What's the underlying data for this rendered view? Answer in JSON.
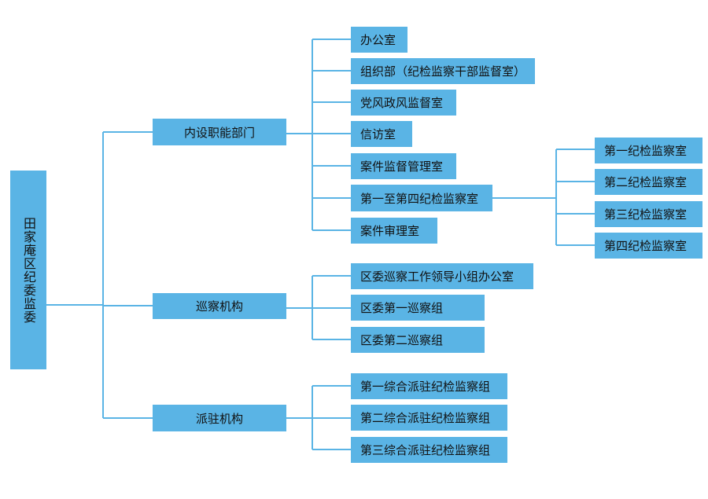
{
  "root": {
    "label": "田家庵区纪委监委"
  },
  "branches": [
    {
      "label": "内设职能部门",
      "children": [
        {
          "label": "办公室"
        },
        {
          "label": "组织部（纪检监察干部监督室）"
        },
        {
          "label": "党风政风监督室"
        },
        {
          "label": "信访室"
        },
        {
          "label": "案件监督管理室"
        },
        {
          "label": "第一至第四纪检监察室",
          "children": [
            {
              "label": "第一纪检监察室"
            },
            {
              "label": "第二纪检监察室"
            },
            {
              "label": "第三纪检监察室"
            },
            {
              "label": "第四纪检监察室"
            }
          ]
        },
        {
          "label": "案件审理室"
        }
      ]
    },
    {
      "label": "巡察机构",
      "children": [
        {
          "label": "区委巡察工作领导小组办公室"
        },
        {
          "label": "区委第一巡察组"
        },
        {
          "label": "区委第二巡察组"
        }
      ]
    },
    {
      "label": "派驻机构",
      "children": [
        {
          "label": "第一综合派驻纪检监察组"
        },
        {
          "label": "第二综合派驻纪检监察组"
        },
        {
          "label": "第三综合派驻纪检监察组"
        }
      ]
    }
  ],
  "colors": {
    "box": "#5ab4e5",
    "line": "#5ab4e5",
    "text": "#111111"
  }
}
